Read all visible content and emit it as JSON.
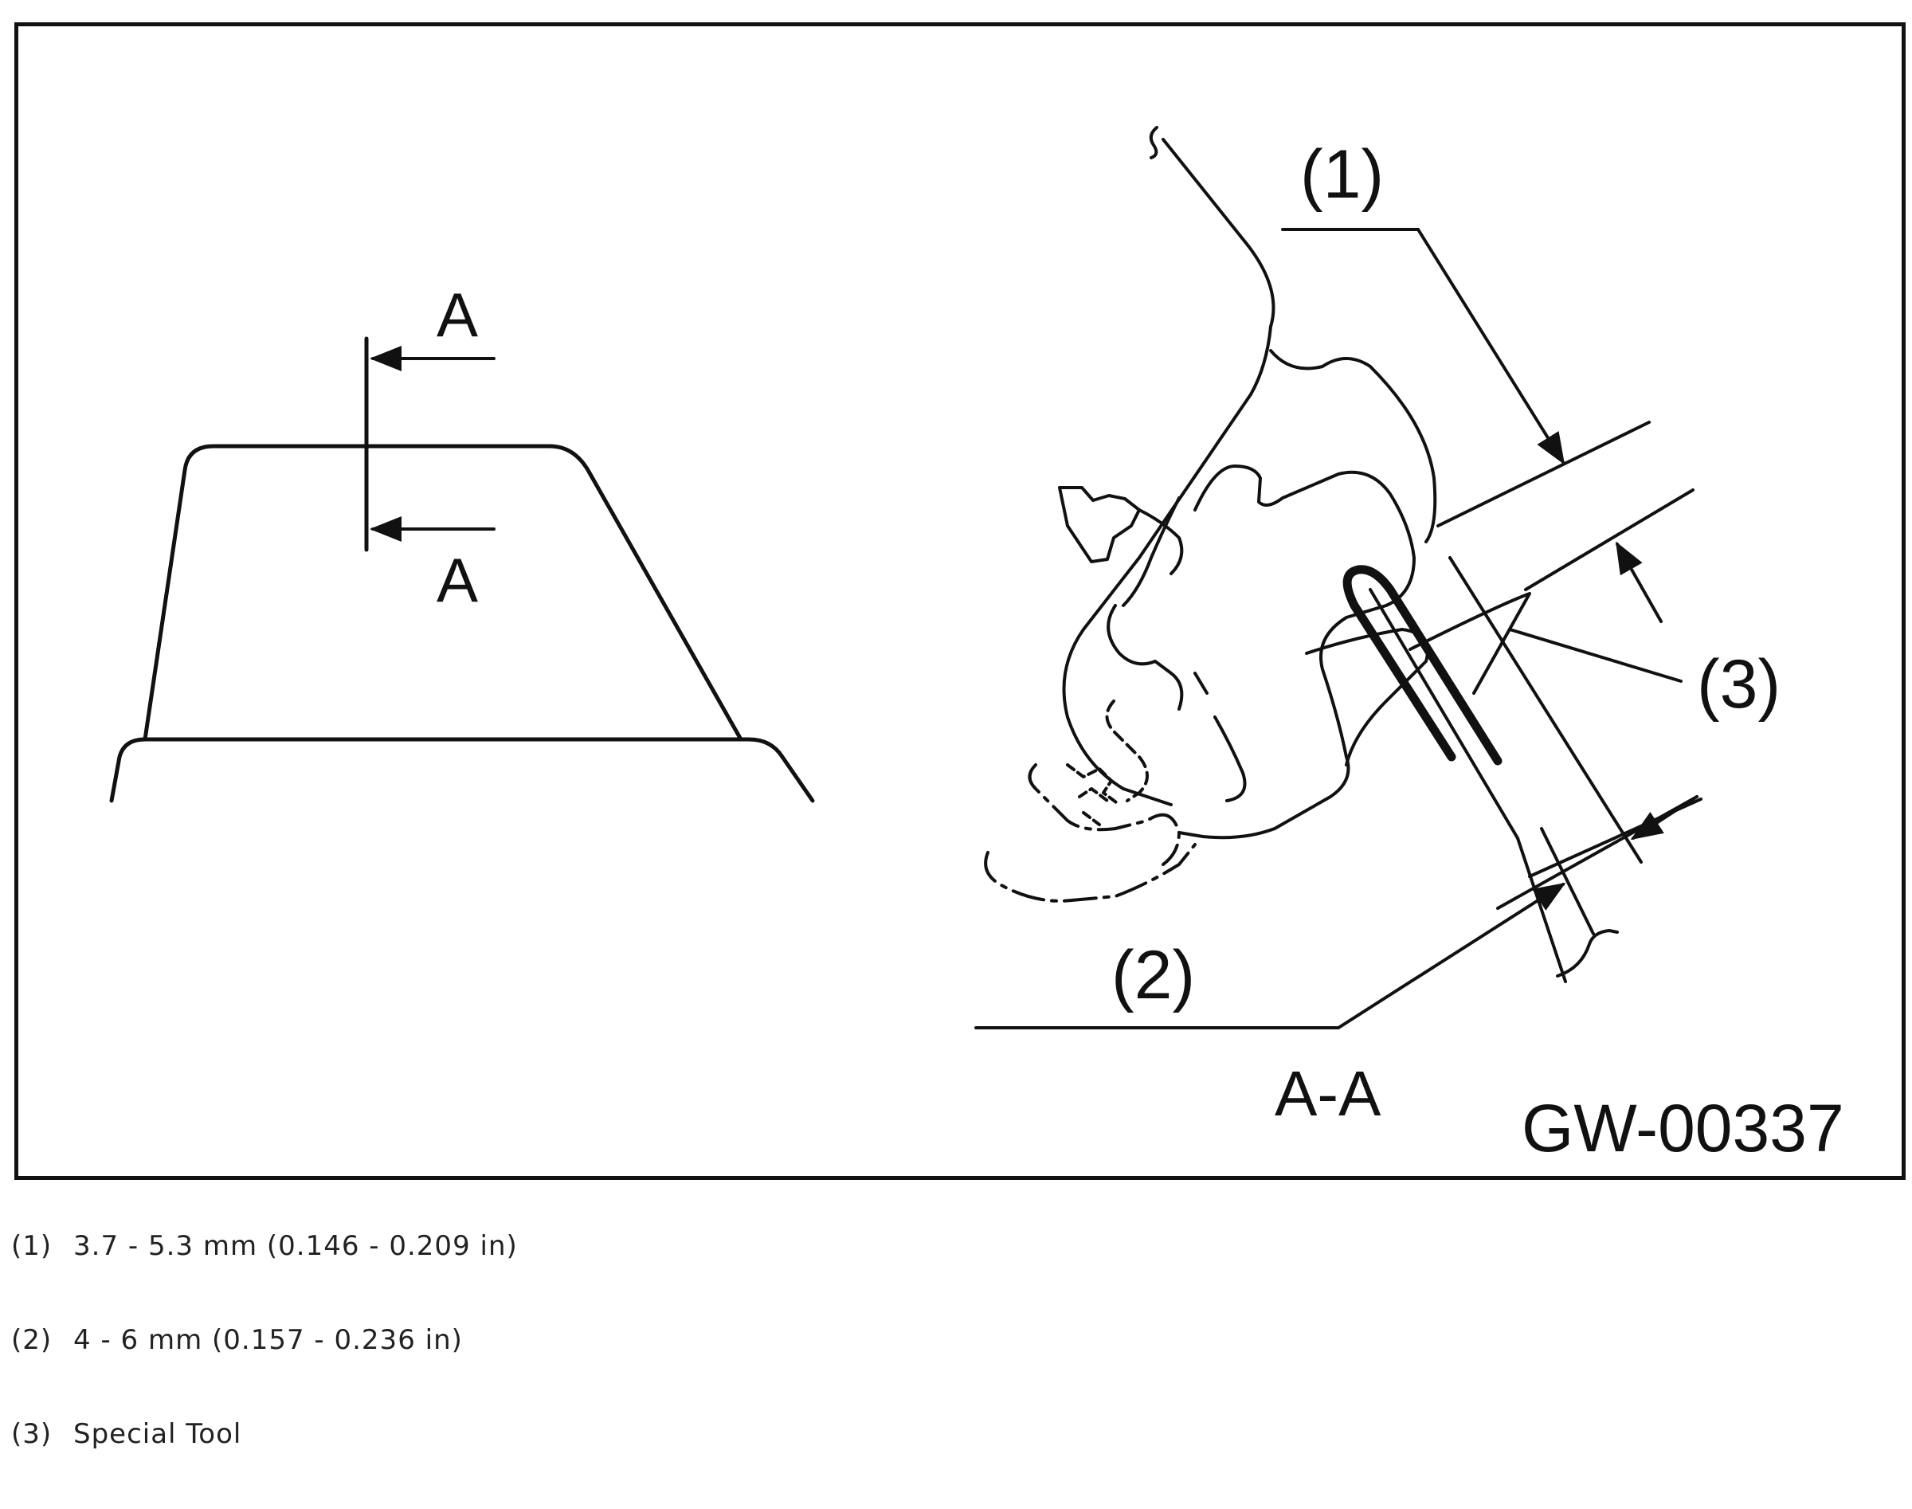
{
  "figure": {
    "figure_id": "GW-00337",
    "section_marks": {
      "top": "A",
      "bottom": "A"
    },
    "section_view_label": "A-A",
    "callouts": {
      "c1": "(1)",
      "c2": "(2)",
      "c3": "(3)"
    }
  },
  "legend": {
    "items": [
      {
        "num": "(1)",
        "text": "3.7 - 5.3 mm (0.146 - 0.209 in)"
      },
      {
        "num": "(2)",
        "text": "4 - 6 mm (0.157 - 0.236 in)"
      },
      {
        "num": "(3)",
        "text": "Special Tool"
      }
    ]
  },
  "colors": {
    "line": "#111111",
    "text": "#222222",
    "background": "#ffffff"
  }
}
